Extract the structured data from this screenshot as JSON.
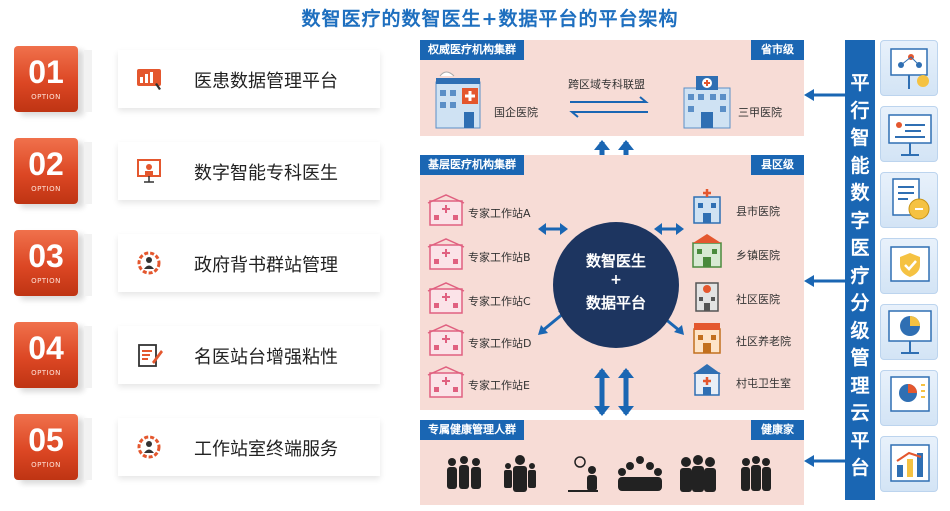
{
  "title": "数智医疗的数智医生+数据平台的平台架构",
  "options": [
    {
      "num": "01",
      "sub": "OPTION",
      "label": "医患数据管理平台",
      "icon": "chart-monitor-icon"
    },
    {
      "num": "02",
      "sub": "OPTION",
      "label": "数字智能专科医生",
      "icon": "presentation-doctor-icon"
    },
    {
      "num": "03",
      "sub": "OPTION",
      "label": "政府背书群站管理",
      "icon": "gear-person-icon"
    },
    {
      "num": "04",
      "sub": "OPTION",
      "label": "名医站台增强粘性",
      "icon": "document-pen-icon"
    },
    {
      "num": "05",
      "sub": "OPTION",
      "label": "工作站室终端服务",
      "icon": "gear-person-icon"
    }
  ],
  "top_panel": {
    "header": "权威医疗机构集群",
    "tag": "省市级",
    "left_hospital": "国企医院",
    "alliance": "跨区域专科联盟",
    "right_hospital": "三甲医院"
  },
  "middle_panel": {
    "header": "基层医疗机构集群",
    "tag": "县区级",
    "stations": [
      "专家工作站A",
      "专家工作站B",
      "专家工作站C",
      "专家工作站D",
      "专家工作站E"
    ],
    "facilities": [
      "县市医院",
      "乡镇医院",
      "社区医院",
      "社区养老院",
      "村屯卫生室"
    ]
  },
  "hub": {
    "line1": "数智医生",
    "line2": "+",
    "line3": "数据平台"
  },
  "bottom_panel": {
    "header": "专属健康管理人群",
    "tag": "健康家"
  },
  "right_vertical": "平行智能数字医疗分级管理云平台",
  "colors": {
    "accent_blue": "#1a66b3",
    "badge_red": "#dc4724",
    "panel_pink": "#f7dcd6",
    "hub_navy": "#1d3560"
  }
}
